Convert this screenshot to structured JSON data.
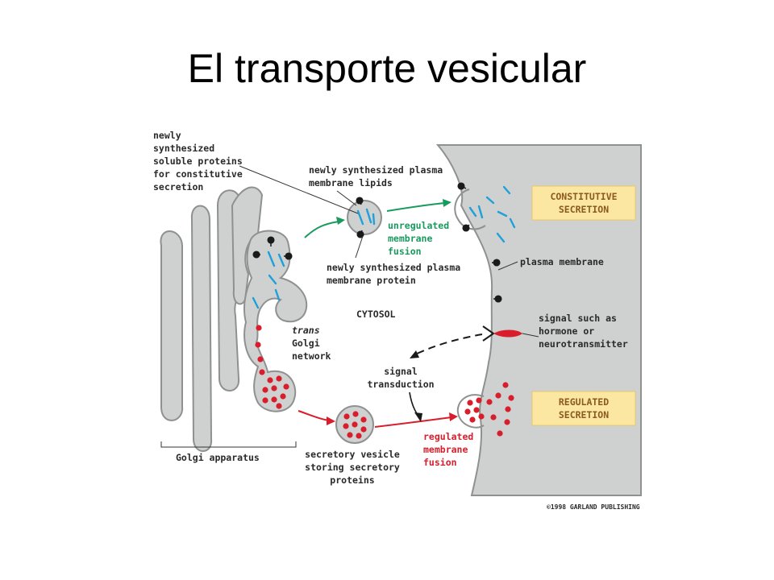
{
  "title": "El transporte vesicular",
  "labels": {
    "soluble_proteins": [
      "newly",
      "synthesized",
      "soluble proteins",
      "for constitutive",
      "secretion"
    ],
    "membrane_lipids": [
      "newly synthesized plasma",
      "membrane lipids"
    ],
    "unregulated_fusion": [
      "unregulated",
      "membrane",
      "fusion"
    ],
    "membrane_protein": [
      "newly synthesized plasma",
      "membrane protein"
    ],
    "cytosol": "CYTOSOL",
    "trans_golgi": [
      "trans",
      "Golgi",
      "network"
    ],
    "golgi_apparatus": "Golgi apparatus",
    "signal_transduction": [
      "signal",
      "transduction"
    ],
    "secretory_vesicle": [
      "secretory vesicle",
      "storing secretory",
      "proteins"
    ],
    "regulated_fusion": [
      "regulated",
      "membrane",
      "fusion"
    ],
    "plasma_membrane": "plasma membrane",
    "signal": [
      "signal such as",
      "hormone or",
      "neurotransmitter"
    ],
    "constitutive_box": [
      "CONSTITUTIVE",
      "SECRETION"
    ],
    "regulated_box": [
      "REGULATED",
      "SECRETION"
    ],
    "copyright": "©1998 GARLAND PUBLISHING"
  },
  "colors": {
    "membrane_gray": "#cfd1d0",
    "outline_gray": "#8f9191",
    "secretory_red": "#d81e2c",
    "lipid_blue": "#1ea0d8",
    "arrow_green": "#1a9a5e",
    "box_yellow": "#fbe6a2"
  }
}
